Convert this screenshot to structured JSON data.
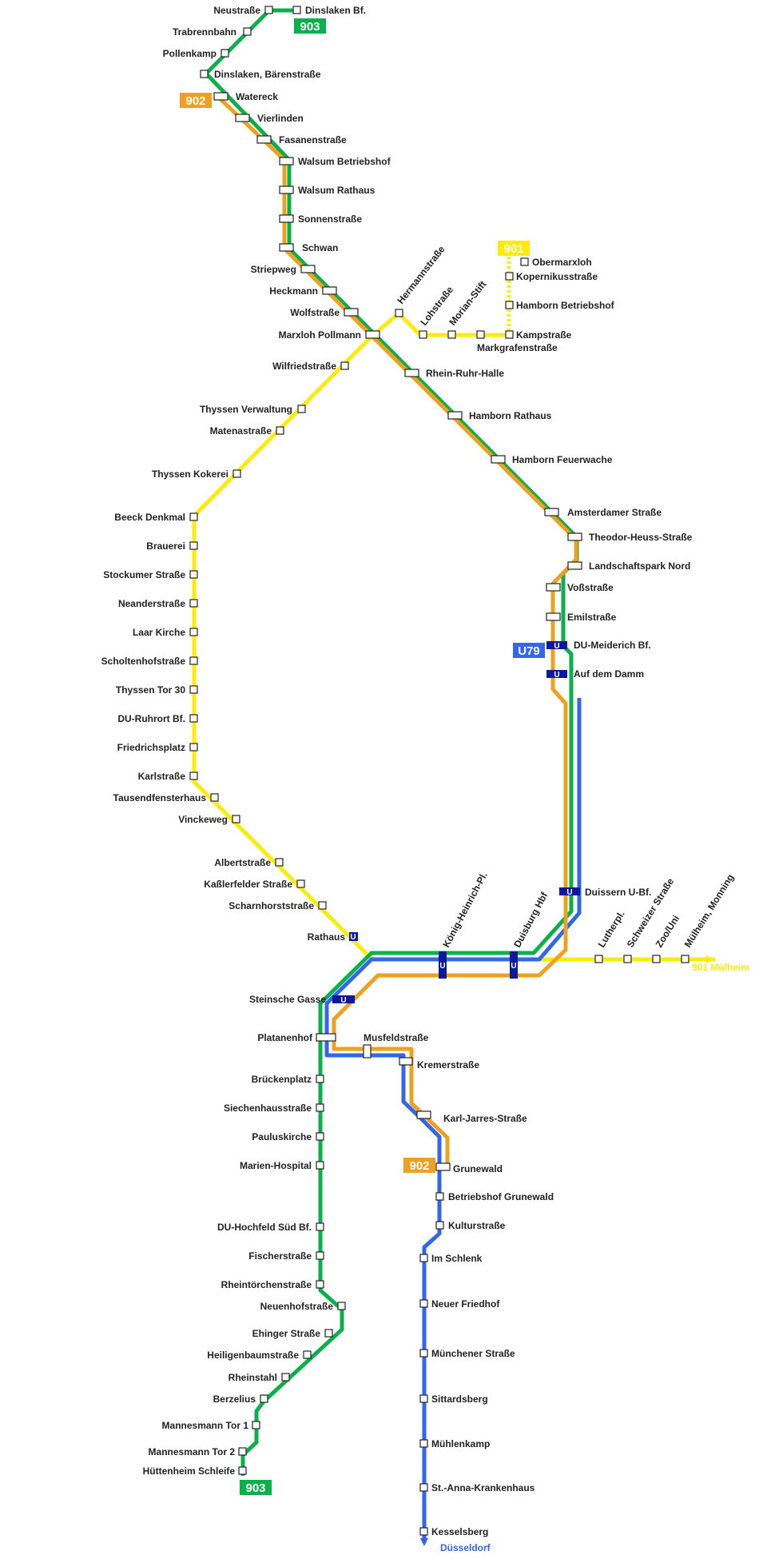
{
  "colors": {
    "line_903": "#0bb04b",
    "line_902": "#f0a01e",
    "line_901": "#ffeb0a",
    "line_u79": "#3366ee",
    "ubahn": "#0a1a9a"
  },
  "badges": {
    "b903_top": "903",
    "b902_top": "902",
    "b901_top": "901",
    "bu79": "U79",
    "b902_bottom": "902",
    "b903_bottom": "903"
  },
  "destinations": {
    "muelheim": "901 Mülheim",
    "duesseldorf": "Düsseldorf"
  },
  "ubahn_symbol": "U",
  "stations": {
    "neustrasse": "Neustraße",
    "dinslaken_bf": "Dinslaken Bf.",
    "trabrennbahn": "Trabrennbahn",
    "pollenkamp": "Pollenkamp",
    "baerenstrasse": "Dinslaken, Bärenstraße",
    "watereck": "Watereck",
    "vierlinden": "Vierlinden",
    "fasanenstrasse": "Fasanenstraße",
    "walsum_betriebshof": "Walsum Betriebshof",
    "walsum_rathaus": "Walsum Rathaus",
    "sonnenstrasse": "Sonnenstraße",
    "schwan": "Schwan",
    "striepweg": "Striepweg",
    "heckmann": "Heckmann",
    "wolfstrasse": "Wolfstraße",
    "marxloh": "Marxloh Pollmann",
    "rhein_ruhr_halle": "Rhein-Ruhr-Halle",
    "hamborn_rathaus": "Hamborn Rathaus",
    "hamborn_feuerwache": "Hamborn Feuerwache",
    "amsterdamer": "Amsterdamer Straße",
    "theodor_heuss": "Theodor-Heuss-Straße",
    "landschaftspark": "Landschaftspark Nord",
    "vossstrasse": "Voßstraße",
    "emilstrasse": "Emilstraße",
    "meiderich": "DU-Meiderich Bf.",
    "auf_dem_damm": "Auf dem Damm",
    "duissern": "Duissern U-Bf.",
    "hermannstrasse": "Hermannstraße",
    "lohstrasse": "Lohstraße",
    "morian": "Morian-Stift",
    "markgrafen": "Markgrafenstraße",
    "kampstrasse": "Kampstraße",
    "hamborn_betriebshof": "Hamborn Betriebshof",
    "kopernikus": "Kopernikusstraße",
    "obermarxloh": "Obermarxloh",
    "wilfried": "Wilfriedstraße",
    "thyssen_verwaltung": "Thyssen Verwaltung",
    "matena": "Matenastraße",
    "thyssen_kokerei": "Thyssen Kokerei",
    "beeck": "Beeck Denkmal",
    "brauerei": "Brauerei",
    "stockumer": "Stockumer Straße",
    "neander": "Neanderstraße",
    "laar": "Laar Kirche",
    "scholten": "Scholtenhofstraße",
    "thyssen_tor": "Thyssen Tor 30",
    "ruhrort": "DU-Ruhrort Bf.",
    "friedrichsplatz": "Friedrichsplatz",
    "karlstrasse": "Karlstraße",
    "tausendfenster": "Tausendfensterhaus",
    "vinckeweg": "Vinckeweg",
    "albertstrasse": "Albertstraße",
    "kasslerfelder": "Kaßlerfelder Straße",
    "scharnhorst": "Scharnhorststraße",
    "rathaus": "Rathaus",
    "koenig_heinrich": "König-Heinrich-Pl.",
    "duisburg_hbf": "Duisburg Hbf",
    "lutherpl": "Lutherpl.",
    "schweizer": "Schweizer Straße",
    "zoo_uni": "Zoo/Uni",
    "monning": "Mülheim, Monning",
    "steinsche": "Steinsche Gasse",
    "platanenhof": "Platanenhof",
    "musfeld": "Musfeldstraße",
    "kremer": "Kremerstraße",
    "karl_jarres": "Karl-Jarres-Straße",
    "grunewald": "Grunewald",
    "betriebshof_grunewald": "Betriebshof Grunewald",
    "kulturstrasse": "Kulturstraße",
    "im_schlenk": "Im Schlenk",
    "neuer_friedhof": "Neuer Friedhof",
    "muenchener": "Münchener Straße",
    "sittardsberg": "Sittardsberg",
    "muehlenkamp": "Mühlenkamp",
    "st_anna": "St.-Anna-Krankenhaus",
    "kesselsberg": "Kesselsberg",
    "brueckenplatz": "Brückenplatz",
    "siechenhaus": "Siechenhausstraße",
    "pauluskirche": "Pauluskirche",
    "marien": "Marien-Hospital",
    "hochfeld": "DU-Hochfeld Süd Bf.",
    "fischer": "Fischerstraße",
    "rheintoerchen": "Rheintörchenstraße",
    "neuenhof": "Neuenhofstraße",
    "ehinger": "Ehinger Straße",
    "heiligenbaum": "Heiligenbaumstraße",
    "rheinstahl": "Rheinstahl",
    "berzelius": "Berzelius",
    "mannesmann1": "Mannesmann Tor 1",
    "mannesmann2": "Mannesmann Tor 2",
    "huettenheim": "Hüttenheim Schleife"
  }
}
